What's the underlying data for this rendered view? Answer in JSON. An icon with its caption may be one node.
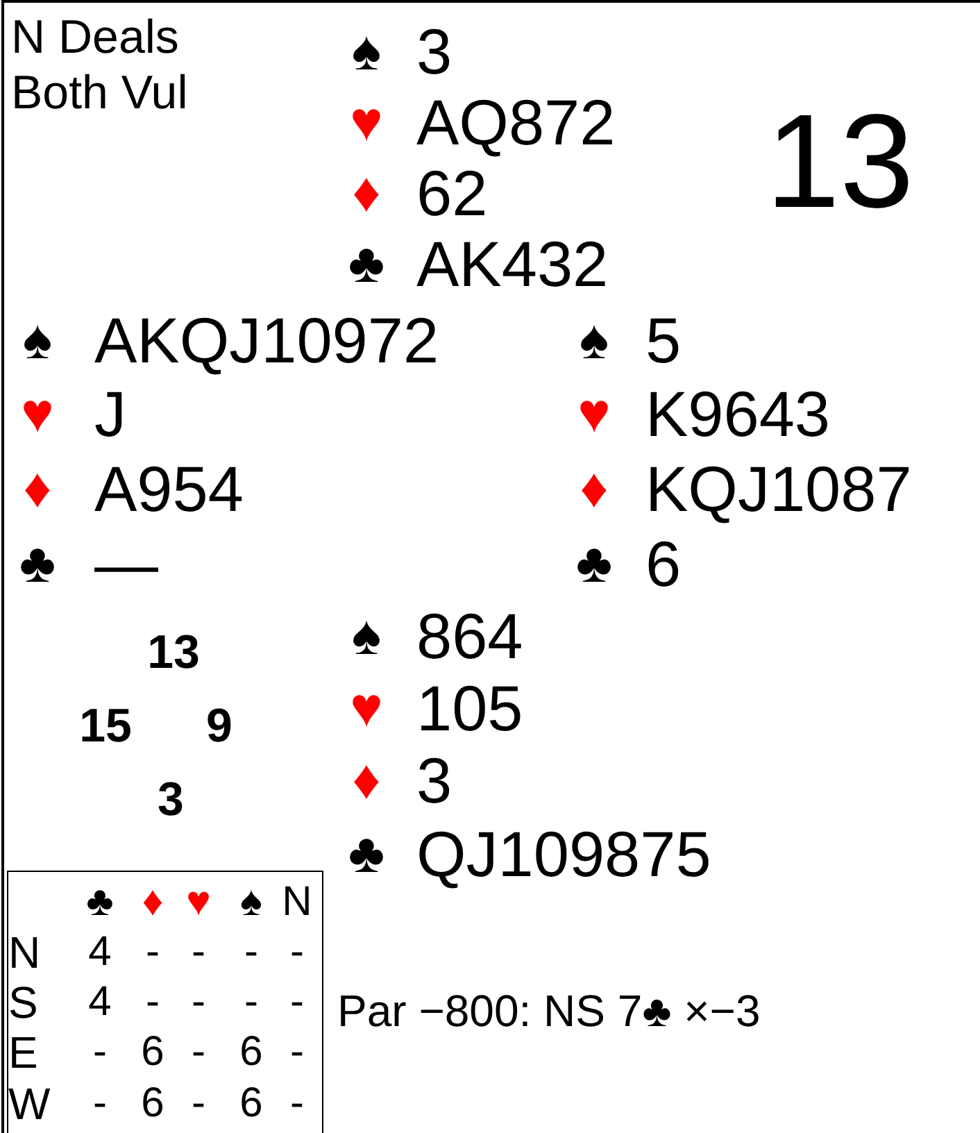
{
  "diagram": {
    "labels": [
      "N Deals",
      "Both Vul",
      "♠",
      "3",
      "♥",
      "AQ872",
      "♦",
      "62",
      "♣",
      "AK432",
      "13",
      "♠",
      "AKQJ10972",
      "♥",
      "J",
      "♦",
      "A954",
      "♣",
      "—",
      "♠",
      "5",
      "♥",
      "K9643",
      "♦",
      "KQJ1087",
      "♣",
      "6",
      "13",
      "15",
      "9",
      "3",
      "♠",
      "864",
      "♥",
      "105",
      "♦",
      "3",
      "♣",
      "QJ109875",
      "♣",
      "♦",
      "♥",
      "♠",
      "N",
      "N",
      "4",
      "-",
      "-",
      "-",
      "-",
      "S",
      "4",
      "-",
      "-",
      "-",
      "-",
      "E",
      "-",
      "6",
      "-",
      "6",
      "-",
      "W",
      "-",
      "6",
      "-",
      "6",
      "-",
      "Par −800: NS 7♣ ×−3"
    ]
  }
}
